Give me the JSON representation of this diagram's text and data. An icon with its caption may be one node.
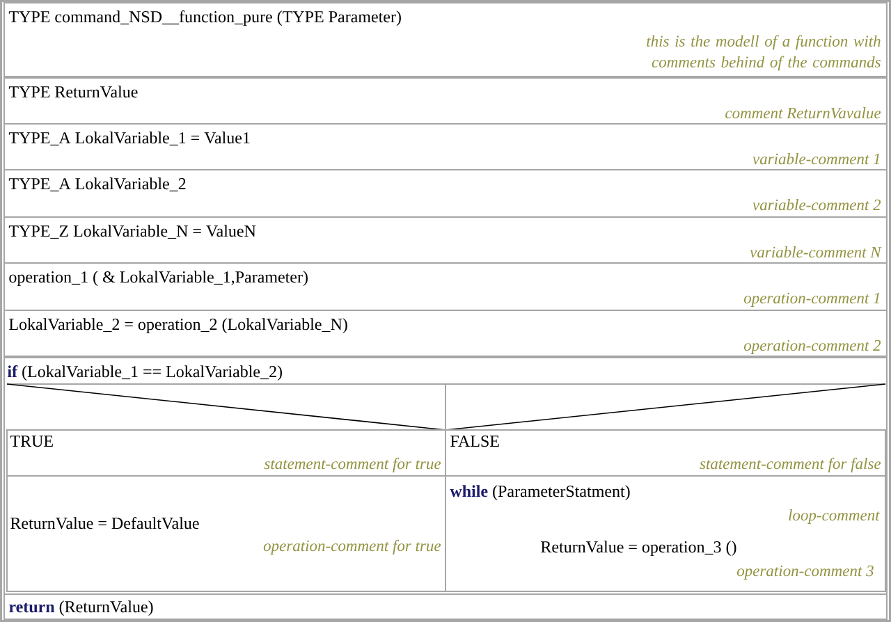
{
  "diagram": {
    "nodes": [
      {
        "text": [
          "TYPE command_NSD__function_pure (TYPE Parameter)",
          "this is the modell of a function with comments behind of the commands"
        ]
      },
      {
        "text": [
          "TYPE ReturnValue",
          "comment ReturnVavalue"
        ]
      },
      {
        "text": [
          "TYPE_A LokalVariable_1 = Value1",
          "variable-comment 1"
        ]
      },
      {
        "text": [
          "TYPE_A LokalVariable_2",
          "variable-comment 2"
        ]
      },
      {
        "text": [
          "TYPE_Z LokalVariable_N = ValueN",
          "variable-comment N"
        ]
      },
      {
        "text": [
          "operation_1 ( & LokalVariable_1,Parameter)",
          "operation-comment 1"
        ]
      },
      {
        "text": [
          "LokalVariable_2 = operation_2 (LokalVariable_N)",
          "operation-comment 2"
        ]
      },
      {
        "text": [
          "**if** (LokalVariable_1 == LokalVariable_2)"
        ]
      },
      {
        "text": [
          "TRUE",
          "statement-comment for true"
        ],
        "in": 7
      },
      {
        "text": [
          "FALSE",
          "statement-comment for false"
        ],
        "in": 7
      },
      {
        "text": [
          "ReturnValue = DefaultValue",
          "operation-comment for true"
        ],
        "in": 7
      },
      {
        "text": [
          "**while** (ParameterStatment)",
          "loop-comment",
          "ReturnValue = operation_3 ()",
          "operation-comment 3"
        ],
        "in": 7
      },
      {
        "text": [
          "**return** (ReturnValue)"
        ]
      }
    ]
  }
}
